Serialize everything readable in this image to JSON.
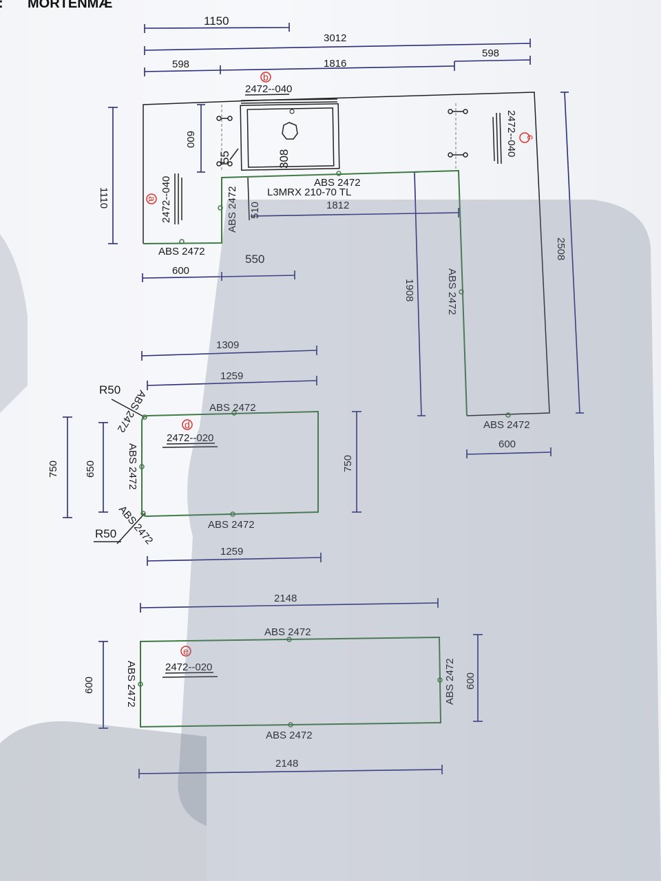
{
  "header": {
    "title": "MORTENMÆ"
  },
  "top": {
    "dims": {
      "d1150": "1150",
      "d3012": "3012",
      "d598a": "598",
      "d1816": "1816",
      "d598b": "598",
      "d1110": "1110",
      "d600v": "600",
      "d55": "55",
      "d308": "308",
      "d510": "510",
      "d1812": "1812",
      "d600h": "600",
      "d550": "550",
      "d1908": "1908",
      "d2508": "2508",
      "d600c": "600"
    },
    "part_a": {
      "marker": "a",
      "code": "2472--040"
    },
    "part_b": {
      "marker": "b",
      "code": "2472--040"
    },
    "part_c": {
      "marker": "c",
      "code": "2472--040"
    },
    "sink_model": "L3MRX 210-70 TL",
    "edges": [
      "ABS 2472",
      "ABS 2472",
      "ABS 2472",
      "ABS 2472",
      "ABS 2472"
    ]
  },
  "middle": {
    "dims": {
      "d1309": "1309",
      "d1259a": "1259",
      "d1259b": "1259",
      "d750l": "750",
      "d650": "650",
      "d750r": "750"
    },
    "r50_top": "R50",
    "r50_bot": "R50",
    "part_d": {
      "marker": "d",
      "code": "2472--020"
    },
    "edges": [
      "ABS 2472",
      "ABS 2472",
      "ABS 2472",
      "ABS 2472",
      "ABS 2472"
    ]
  },
  "bottom": {
    "dims": {
      "d2148a": "2148",
      "d2148b": "2148",
      "d600l": "600",
      "d600r": "600"
    },
    "part_e": {
      "marker": "e",
      "code": "2472--020"
    },
    "edges": [
      "ABS 2472",
      "ABS 2472",
      "ABS 2472",
      "ABS 2472"
    ]
  }
}
